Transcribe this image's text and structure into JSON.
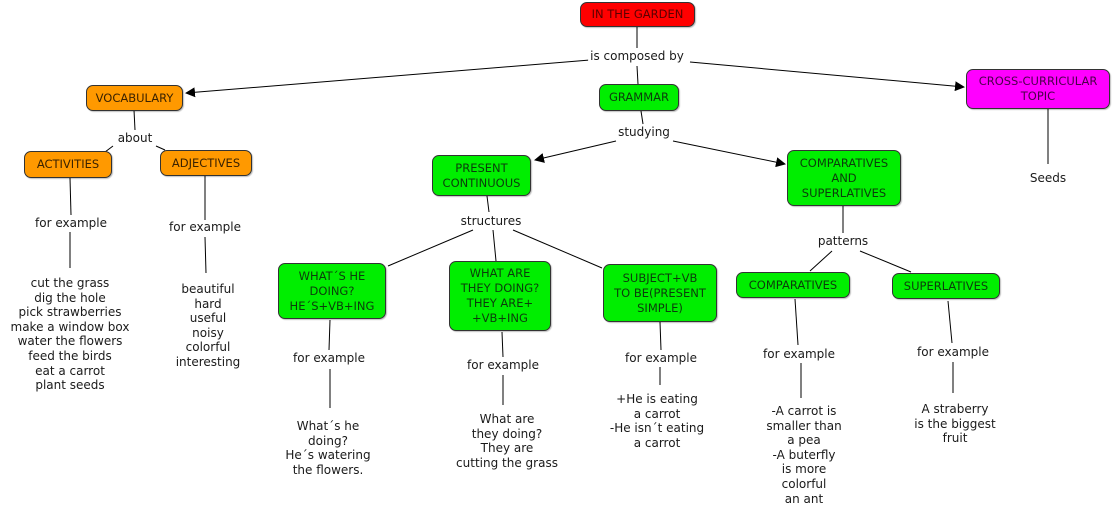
{
  "colors": {
    "root": "#ff0000",
    "vocabulary": "#ff9900",
    "grammar": "#00ee00",
    "cross": "#ff00ff"
  },
  "nodes": {
    "root": "IN THE GARDEN",
    "vocabulary": "VOCABULARY",
    "grammar": "GRAMMAR",
    "cross": "CROSS-CURRICULAR\nTOPIC",
    "activities": "ACTIVITIES",
    "adjectives": "ADJECTIVES",
    "present_continuous": "PRESENT\nCONTINUOUS",
    "comp_sup": "COMPARATIVES\nAND\nSUPERLATIVES",
    "whats_he": "WHAT´S HE\nDOING?\nHE´S+VB+ING",
    "what_are_they": "WHAT ARE\nTHEY DOING?\nTHEY ARE+\n+VB+ING",
    "subject_vb": "SUBJECT+VB\nTO BE(PRESENT\nSIMPLE)",
    "comparatives": "COMPARATIVES",
    "superlatives": "SUPERLATIVES"
  },
  "labels": {
    "is_composed_by": "is composed by",
    "about": "about",
    "studying": "studying",
    "structures": "structures",
    "patterns": "patterns",
    "fe1": "for example",
    "fe2": "for example",
    "fe3": "for example",
    "fe4": "for example",
    "fe5": "for example",
    "fe6": "for example",
    "fe7": "for example",
    "seeds": "Seeds",
    "activities_list": "cut the grass\ndig the hole\npick strawberries\nmake a window box\nwater the flowers\nfeed the birds\neat a carrot\nplant seeds",
    "adjectives_list": "beautiful\nhard\nuseful\nnoisy\ncolorful\ninteresting",
    "ex_he": "What´s he\ndoing?\nHe´s watering\nthe flowers.",
    "ex_they": "What are\nthey doing?\nThey are\ncutting the grass",
    "ex_subject": "+He is eating\na carrot\n-He isn´t eating\na carrot",
    "ex_comp": "-A carrot is\nsmaller than\na pea\n-A buterfly\nis more\ncolorful\nan ant",
    "ex_sup": "A straberry\nis the biggest\nfruit"
  }
}
